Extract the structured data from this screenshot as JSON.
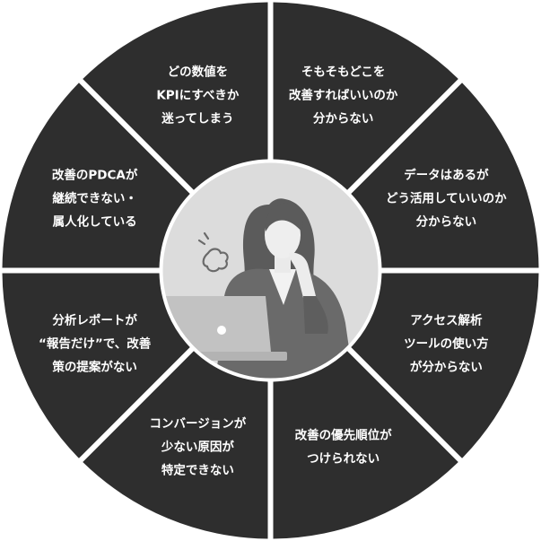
{
  "colors": {
    "segment": "#2e2e2e",
    "divider": "#ffffff",
    "center": "#dcdcdc",
    "segment_text": "#ffffff"
  },
  "center_icon": "person-worried-at-laptop-icon",
  "segments": [
    {
      "lines": [
        "そもそもどこを",
        "改善すればいいのか",
        "分からない"
      ]
    },
    {
      "lines": [
        "データはあるが",
        "どう活用していいのか",
        "分からない"
      ]
    },
    {
      "lines": [
        "アクセス解析",
        "ツールの使い方",
        "が分からない"
      ]
    },
    {
      "lines": [
        "改善の優先順位が",
        "つけられない"
      ]
    },
    {
      "lines": [
        "コンバージョンが",
        "少ない原因が",
        "特定できない"
      ]
    },
    {
      "lines": [
        "分析レポートが",
        "“報告だけ”で、改善",
        "策の提案がない"
      ]
    },
    {
      "lines": [
        "改善のPDCAが",
        "継続できない・",
        "属人化している"
      ]
    },
    {
      "lines": [
        "どの数値を",
        "KPIにすべきか",
        "迷ってしまう"
      ]
    }
  ]
}
